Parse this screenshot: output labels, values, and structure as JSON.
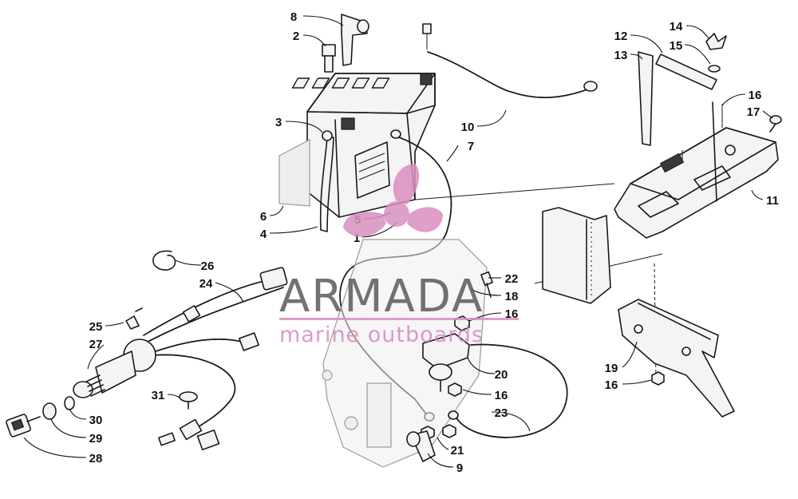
{
  "callouts": [
    {
      "id": "c8",
      "label": "8"
    },
    {
      "id": "c2",
      "label": "2"
    },
    {
      "id": "c3",
      "label": "3"
    },
    {
      "id": "c6",
      "label": "6"
    },
    {
      "id": "c4",
      "label": "4"
    },
    {
      "id": "c5",
      "label": "5"
    },
    {
      "id": "c1",
      "label": "1"
    },
    {
      "id": "c10",
      "label": "10"
    },
    {
      "id": "c7",
      "label": "7"
    },
    {
      "id": "c12",
      "label": "12"
    },
    {
      "id": "c13",
      "label": "13"
    },
    {
      "id": "c14",
      "label": "14"
    },
    {
      "id": "c15",
      "label": "15"
    },
    {
      "id": "c16a",
      "label": "16"
    },
    {
      "id": "c17",
      "label": "17"
    },
    {
      "id": "c11",
      "label": "11"
    },
    {
      "id": "c26",
      "label": "26"
    },
    {
      "id": "c24",
      "label": "24"
    },
    {
      "id": "c25",
      "label": "25"
    },
    {
      "id": "c27",
      "label": "27"
    },
    {
      "id": "c31",
      "label": "31"
    },
    {
      "id": "c30",
      "label": "30"
    },
    {
      "id": "c29",
      "label": "29"
    },
    {
      "id": "c28",
      "label": "28"
    },
    {
      "id": "c22",
      "label": "22"
    },
    {
      "id": "c18",
      "label": "18"
    },
    {
      "id": "c16b",
      "label": "16"
    },
    {
      "id": "c20",
      "label": "20"
    },
    {
      "id": "c16c",
      "label": "16"
    },
    {
      "id": "c23",
      "label": "23"
    },
    {
      "id": "c21",
      "label": "21"
    },
    {
      "id": "c9",
      "label": "9"
    },
    {
      "id": "c19",
      "label": "19"
    },
    {
      "id": "c16d",
      "label": "16"
    }
  ],
  "watermark": {
    "brand": "ARMADA",
    "tagline": "marine outboards",
    "color": "#d98fc0"
  }
}
